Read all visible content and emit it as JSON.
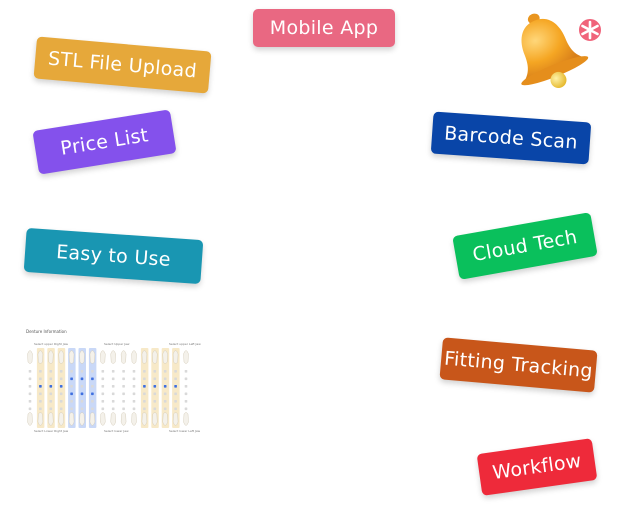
{
  "tags": {
    "mobile_app": "Mobile App",
    "stl_upload": "STL File Upload",
    "price_list": "Price List",
    "easy_to_use": "Easy to Use",
    "barcode_scan": "Barcode Scan",
    "cloud_tech": "Cloud Tech",
    "fitting_tracking": "Fitting Tracking",
    "workflow": "Workflow"
  },
  "colors": {
    "mobile_app": "#E96882",
    "stl_upload": "#E6A83A",
    "price_list": "#8451EC",
    "easy_to_use": "#1996B2",
    "barcode_scan": "#0945A8",
    "cloud_tech": "#0AC05C",
    "fitting_tracking": "#C8561A",
    "workflow": "#EE2A3A",
    "bell": "#F5A623",
    "badge": "#F0637A"
  },
  "icons": {
    "bell": "bell-icon",
    "badge": "notification-badge-icon"
  },
  "chart_thumb": {
    "title": "Denture Information",
    "quadrants": {
      "upper_right": "Select upper Right Jaw",
      "upper_left": "Select Upper Jaw",
      "upper_left_end": "Select upper Left Jaw",
      "lower_right": "Select Lower Right Jaw",
      "lower_left": "Select lower Jaw",
      "lower_left_end": "Select lower Left Jaw"
    }
  }
}
